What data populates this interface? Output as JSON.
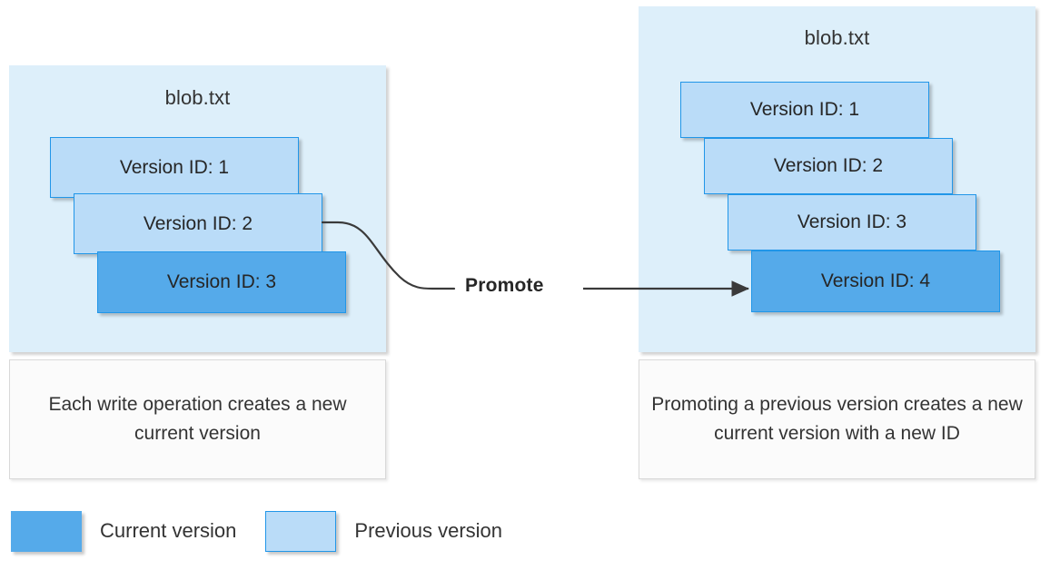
{
  "diagram": {
    "title_left": "blob.txt",
    "title_right": "blob.txt",
    "promote_label": "Promote",
    "colors": {
      "panel_background": "#ddeffa",
      "current_version": "#55aaea",
      "previous_version": "#badcf8",
      "card_border": "#2196e8",
      "caption_background": "#fbfbfb",
      "caption_border": "#d9d9d9",
      "connector": "#3a3a3a",
      "text": "#333333"
    }
  },
  "left_panel": {
    "title": "blob.txt",
    "versions": [
      {
        "label": "Version ID: 1",
        "state": "previous"
      },
      {
        "label": "Version ID: 2",
        "state": "previous"
      },
      {
        "label": "Version ID: 3",
        "state": "current"
      }
    ],
    "caption": "Each write operation creates a new current version"
  },
  "right_panel": {
    "title": "blob.txt",
    "versions": [
      {
        "label": "Version ID: 1",
        "state": "previous"
      },
      {
        "label": "Version ID: 2",
        "state": "previous"
      },
      {
        "label": "Version ID: 3",
        "state": "previous"
      },
      {
        "label": "Version ID: 4",
        "state": "current"
      }
    ],
    "caption": "Promoting a previous version creates a new current version with a new ID"
  },
  "legend": {
    "items": [
      {
        "label": "Current version",
        "swatch": "#55aaea"
      },
      {
        "label": "Previous version",
        "swatch": "#badcf8"
      }
    ]
  }
}
